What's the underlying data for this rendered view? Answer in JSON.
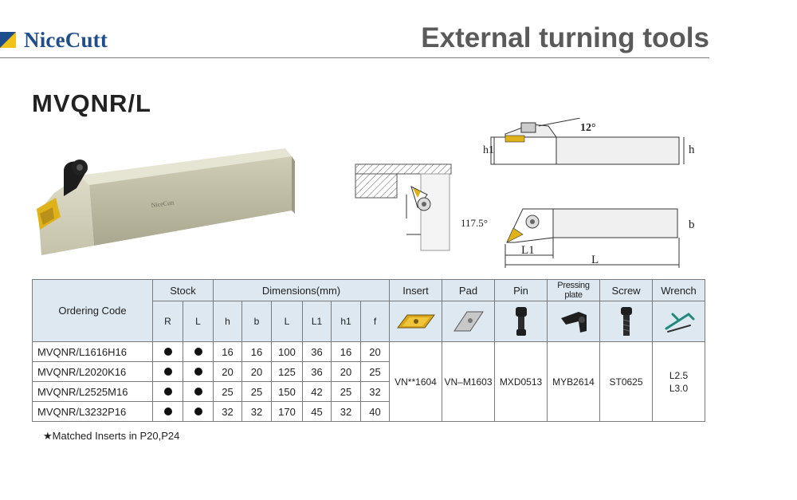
{
  "header": {
    "brand": "NiceCutt",
    "category": "External turning tools"
  },
  "product": {
    "model": "MVQNR/L"
  },
  "drawing": {
    "angle_top": "12°",
    "angle_side": "117.5°",
    "dim_h1": "h1",
    "dim_h": "h",
    "dim_b": "b",
    "dim_L1": "L1",
    "dim_L": "L",
    "photo_brand": "NiceCutt"
  },
  "table": {
    "headers": {
      "ordering_code": "Ordering Code",
      "stock": "Stock",
      "dimensions": "Dimensions(mm)",
      "insert": "Insert",
      "pad": "Pad",
      "pin": "Pin",
      "pressing_plate": "Pressing plate",
      "screw": "Screw",
      "wrench": "Wrench"
    },
    "sub_headers": {
      "r": "R",
      "l": "L",
      "h": "h",
      "b": "b",
      "len": "L",
      "l1": "L1",
      "h1": "h1",
      "f": "f"
    },
    "rows": [
      {
        "code": "MVQNR/L1616H16",
        "h": "16",
        "b": "16",
        "L": "100",
        "L1": "36",
        "h1": "16",
        "f": "20"
      },
      {
        "code": "MVQNR/L2020K16",
        "h": "20",
        "b": "20",
        "L": "125",
        "L1": "36",
        "h1": "20",
        "f": "25"
      },
      {
        "code": "MVQNR/L2525M16",
        "h": "25",
        "b": "25",
        "L": "150",
        "L1": "42",
        "h1": "25",
        "f": "32"
      },
      {
        "code": "MVQNR/L3232P16",
        "h": "32",
        "b": "32",
        "L": "170",
        "L1": "45",
        "h1": "32",
        "f": "40"
      }
    ],
    "accessories": {
      "insert": "VN**1604",
      "pad": "VN–M1603",
      "pin": "MXD0513",
      "pressing_plate": "MYB2614",
      "screw": "ST0625",
      "wrench_1": "L2.5",
      "wrench_2": "L3.0"
    }
  },
  "note": "★Matched Inserts in P20,P24",
  "colors": {
    "brand_blue": "#1f4e8c",
    "header_fill": "#dde8f1",
    "insert_gold": "#e0b21a"
  }
}
